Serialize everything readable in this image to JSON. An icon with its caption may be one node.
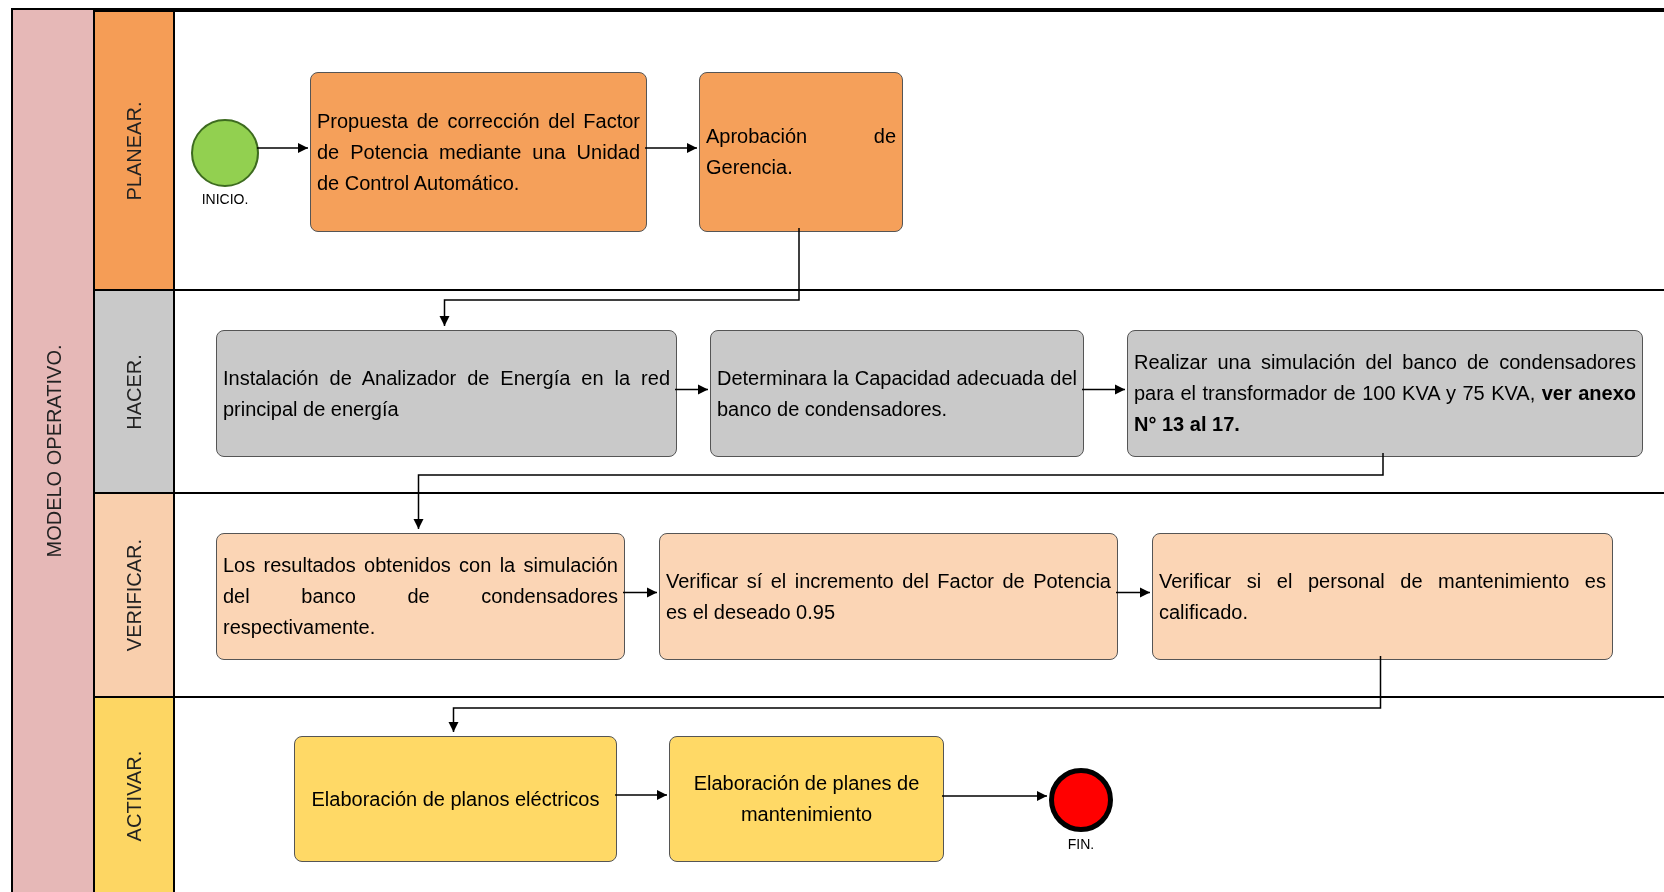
{
  "diagram": {
    "nodes": [
      {
        "text": [
          "MODELO OPERATIVO."
        ]
      },
      {
        "text": [
          "PLANEAR."
        ],
        "in": 0
      },
      {
        "text": [
          "HACER."
        ],
        "in": 0
      },
      {
        "text": [
          "VERIFICAR."
        ],
        "in": 0
      },
      {
        "text": [
          "ACTIVAR."
        ],
        "in": 0
      },
      {
        "text": [],
        "shape": "circle",
        "beside": [
          "INICIO."
        ],
        "in": 1
      },
      {
        "text": [
          "Propuesta de corrección del Factor de Potencia mediante una Unidad de Control Automático."
        ],
        "in": 1
      },
      {
        "text": [
          "Aprobación de Gerencia."
        ],
        "in": 1
      },
      {
        "text": [
          "Instalación de Analizador de Energía en la red principal de energía"
        ],
        "in": 2
      },
      {
        "text": [
          "Determinara la Capacidad adecuada del banco de condensadores."
        ],
        "in": 2
      },
      {
        "text": [
          "Realizar una simulación del banco de condensadores para el transformador de 100 KVA y 75 KVA, **ver anexo N° 13 al 17.**"
        ],
        "in": 2
      },
      {
        "text": [
          "Los resultados obtenidos con la simulación del banco de condensadores respectivamente."
        ],
        "in": 3
      },
      {
        "text": [
          "Verificar sí el incremento del Factor de Potencia es el deseado 0.95"
        ],
        "in": 3
      },
      {
        "text": [
          "Verificar si el personal de mantenimiento es calificado."
        ],
        "in": 3
      },
      {
        "text": [
          "Elaboración de planos eléctricos"
        ],
        "in": 4
      },
      {
        "text": [
          "Elaboración de planes de mantenimiento"
        ],
        "in": 4
      },
      {
        "text": [],
        "shape": "circle",
        "beside": [
          "FIN."
        ],
        "in": 4
      }
    ],
    "edges": [
      {
        "from": 5,
        "to": 6,
        "arrow": "to"
      },
      {
        "from": 6,
        "to": 7,
        "arrow": "to"
      },
      {
        "from": 7,
        "to": 8,
        "arrow": "to"
      },
      {
        "from": 8,
        "to": 9,
        "arrow": "to"
      },
      {
        "from": 9,
        "to": 10,
        "arrow": "to"
      },
      {
        "from": 10,
        "to": 11,
        "arrow": "to"
      },
      {
        "from": 11,
        "to": 12,
        "arrow": "to"
      },
      {
        "from": 12,
        "to": 13,
        "arrow": "to"
      },
      {
        "from": 13,
        "to": 14,
        "arrow": "to"
      },
      {
        "from": 14,
        "to": 15,
        "arrow": "to"
      },
      {
        "from": 15,
        "to": 16,
        "arrow": "to"
      }
    ]
  }
}
